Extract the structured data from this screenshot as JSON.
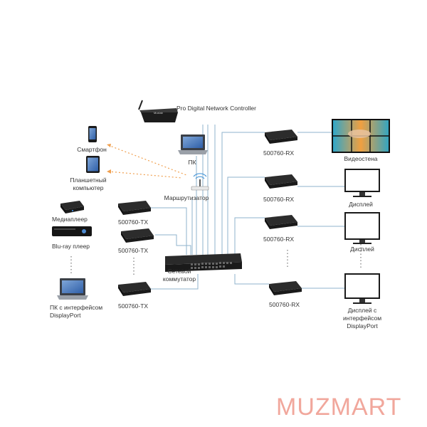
{
  "colors": {
    "cable": "#8fb3cc",
    "wireless": "#f0a050",
    "device": "#222222",
    "brand": "#f1a79c"
  },
  "labels": {
    "controller": "Pro Digital Network Controller",
    "pc": "ПК",
    "router": "Маршрутизатор",
    "smartphone": "Смартфон",
    "tablet": "Планшетный\nкомпьютер",
    "media_player": "Медиаплеер",
    "bluray": "Blu-ray плеер",
    "dp_pc": "ПК с интерфейсом\nDisplayPort",
    "switch": "Сетевой\nкоммутатор",
    "tx1": "500760-TX",
    "tx2": "500760-TX",
    "tx3": "500760-TX",
    "rx1": "500760-RX",
    "rx2": "500760-RX",
    "rx3": "500760-RX",
    "rx4": "500760-RX",
    "videowall": "Видеостена",
    "display1": "Дисплей",
    "display2": "Дисплей",
    "display3": "Дисплей с\nинтерфейсом\nDisplayPort"
  },
  "logo_text": "MUZMART",
  "icons": {
    "controller": "network-controller-icon",
    "router": "wifi-router-icon",
    "pc": "laptop-icon",
    "smartphone": "smartphone-icon",
    "tablet": "tablet-icon",
    "media_player": "media-player-icon",
    "bluray": "bluray-player-icon",
    "switch": "network-switch-icon",
    "extender": "hdmi-extender-icon",
    "display": "monitor-icon",
    "videowall": "video-wall-icon"
  }
}
